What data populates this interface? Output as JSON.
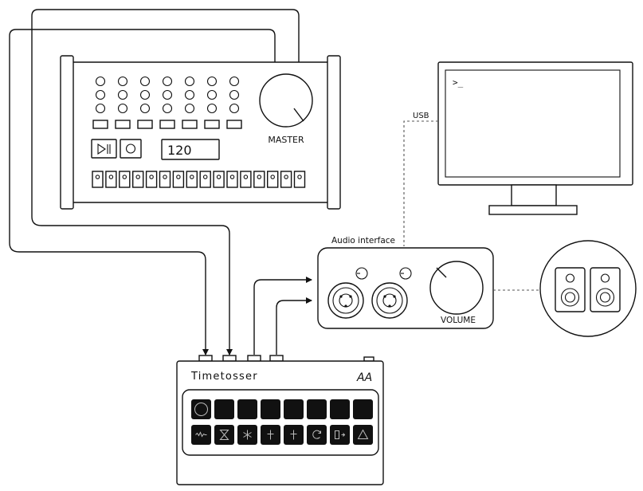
{
  "drum_machine": {
    "tempo_display": "120",
    "master_knob_label": "MASTER",
    "knob_rows": 3,
    "knob_columns": 7,
    "step_button_count": 16,
    "icons": [
      "play-pause-icon",
      "record-icon"
    ]
  },
  "computer": {
    "prompt": ">_",
    "connection_label": "USB"
  },
  "audio_interface": {
    "title": "Audio interface",
    "volume_label": "VOLUME",
    "input_count": 2
  },
  "timetosser": {
    "name": "Timetosser",
    "logo": "AA",
    "top_row_pads": 8,
    "bottom_row_pads": 8,
    "pad_icons": [
      "circle-icon",
      "waveform-icon",
      "hourglass-icon",
      "snowflake-icon",
      "marker-icon",
      "marker-icon",
      "loop-icon",
      "split-icon",
      "triangle-icon"
    ]
  },
  "speakers": {
    "count": 2
  },
  "colors": {
    "line": "#111111",
    "dashed_line": "#555555",
    "pad": "#111111",
    "background": "#ffffff"
  }
}
